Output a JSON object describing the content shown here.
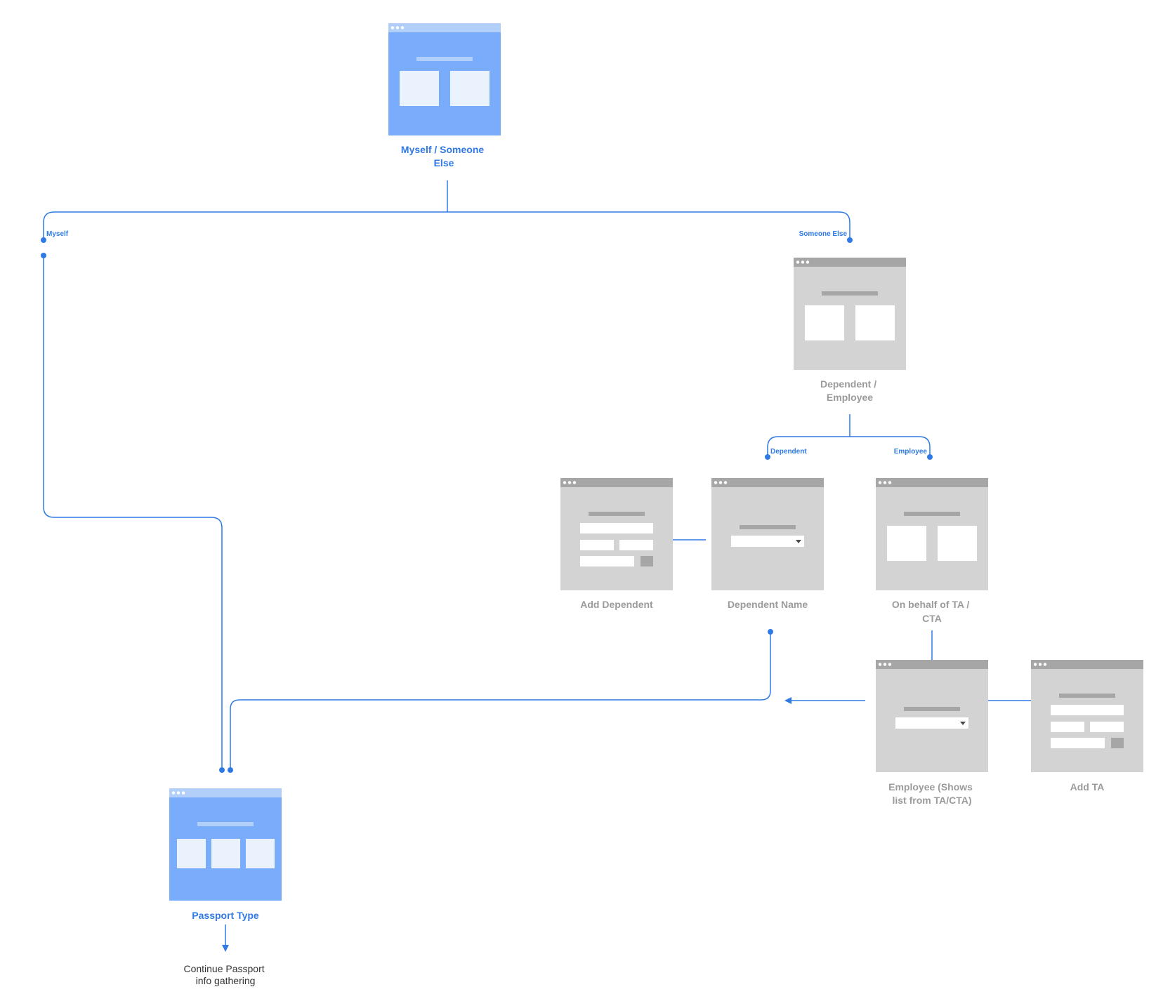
{
  "colors": {
    "accent": "#2f7ae5",
    "screen_blue": "#79adfb",
    "screen_blue_bar": "#b1cff9",
    "screen_gray": "#d3d3d3",
    "screen_gray_bar": "#a6a6a6",
    "label_gray": "#9b9b9b",
    "note_text": "#333333"
  },
  "screens": {
    "myself_someone_else": {
      "label_lines": [
        "Myself / Someone",
        "Else"
      ],
      "style": "blue",
      "content": "two-cards"
    },
    "dependent_employee": {
      "label_lines": [
        "Dependent /",
        "Employee"
      ],
      "style": "gray",
      "content": "two-cards"
    },
    "add_dependent": {
      "label_lines": [
        "Add Dependent"
      ],
      "style": "gray",
      "content": "form"
    },
    "dependent_name": {
      "label_lines": [
        "Dependent Name"
      ],
      "style": "gray",
      "content": "dropdown"
    },
    "on_behalf_ta_cta": {
      "label_lines": [
        "On behalf of TA /",
        "CTA"
      ],
      "style": "gray",
      "content": "two-cards"
    },
    "employee_list": {
      "label_lines": [
        "Employee (Shows",
        "list from TA/CTA)"
      ],
      "style": "gray",
      "content": "dropdown"
    },
    "add_ta": {
      "label_lines": [
        "Add TA"
      ],
      "style": "gray",
      "content": "form"
    },
    "passport_type": {
      "label_lines": [
        "Passport Type"
      ],
      "style": "blue",
      "content": "three-cards"
    }
  },
  "edge_labels": {
    "myself": "Myself",
    "someone_else": "Someone Else",
    "dependent": "Dependent",
    "employee": "Employee"
  },
  "note": {
    "lines": [
      "Continue Passport",
      "info gathering"
    ]
  }
}
